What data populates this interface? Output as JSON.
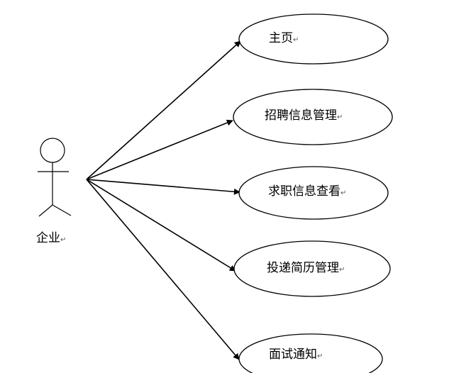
{
  "diagram": {
    "actor": {
      "label": "企业",
      "paragraph_mark": "↵"
    },
    "use_cases": [
      {
        "id": "home",
        "label": "主页",
        "paragraph_mark": "↵"
      },
      {
        "id": "recruit",
        "label": "招聘信息管理",
        "paragraph_mark": "↵"
      },
      {
        "id": "jobseek",
        "label": "求职信息查看",
        "paragraph_mark": "↵"
      },
      {
        "id": "resume",
        "label": "投递简历管理",
        "paragraph_mark": "↵"
      },
      {
        "id": "interview",
        "label": "面试通知",
        "paragraph_mark": "↵"
      }
    ],
    "colors": {
      "line": "#000000",
      "background": "#ffffff"
    }
  }
}
